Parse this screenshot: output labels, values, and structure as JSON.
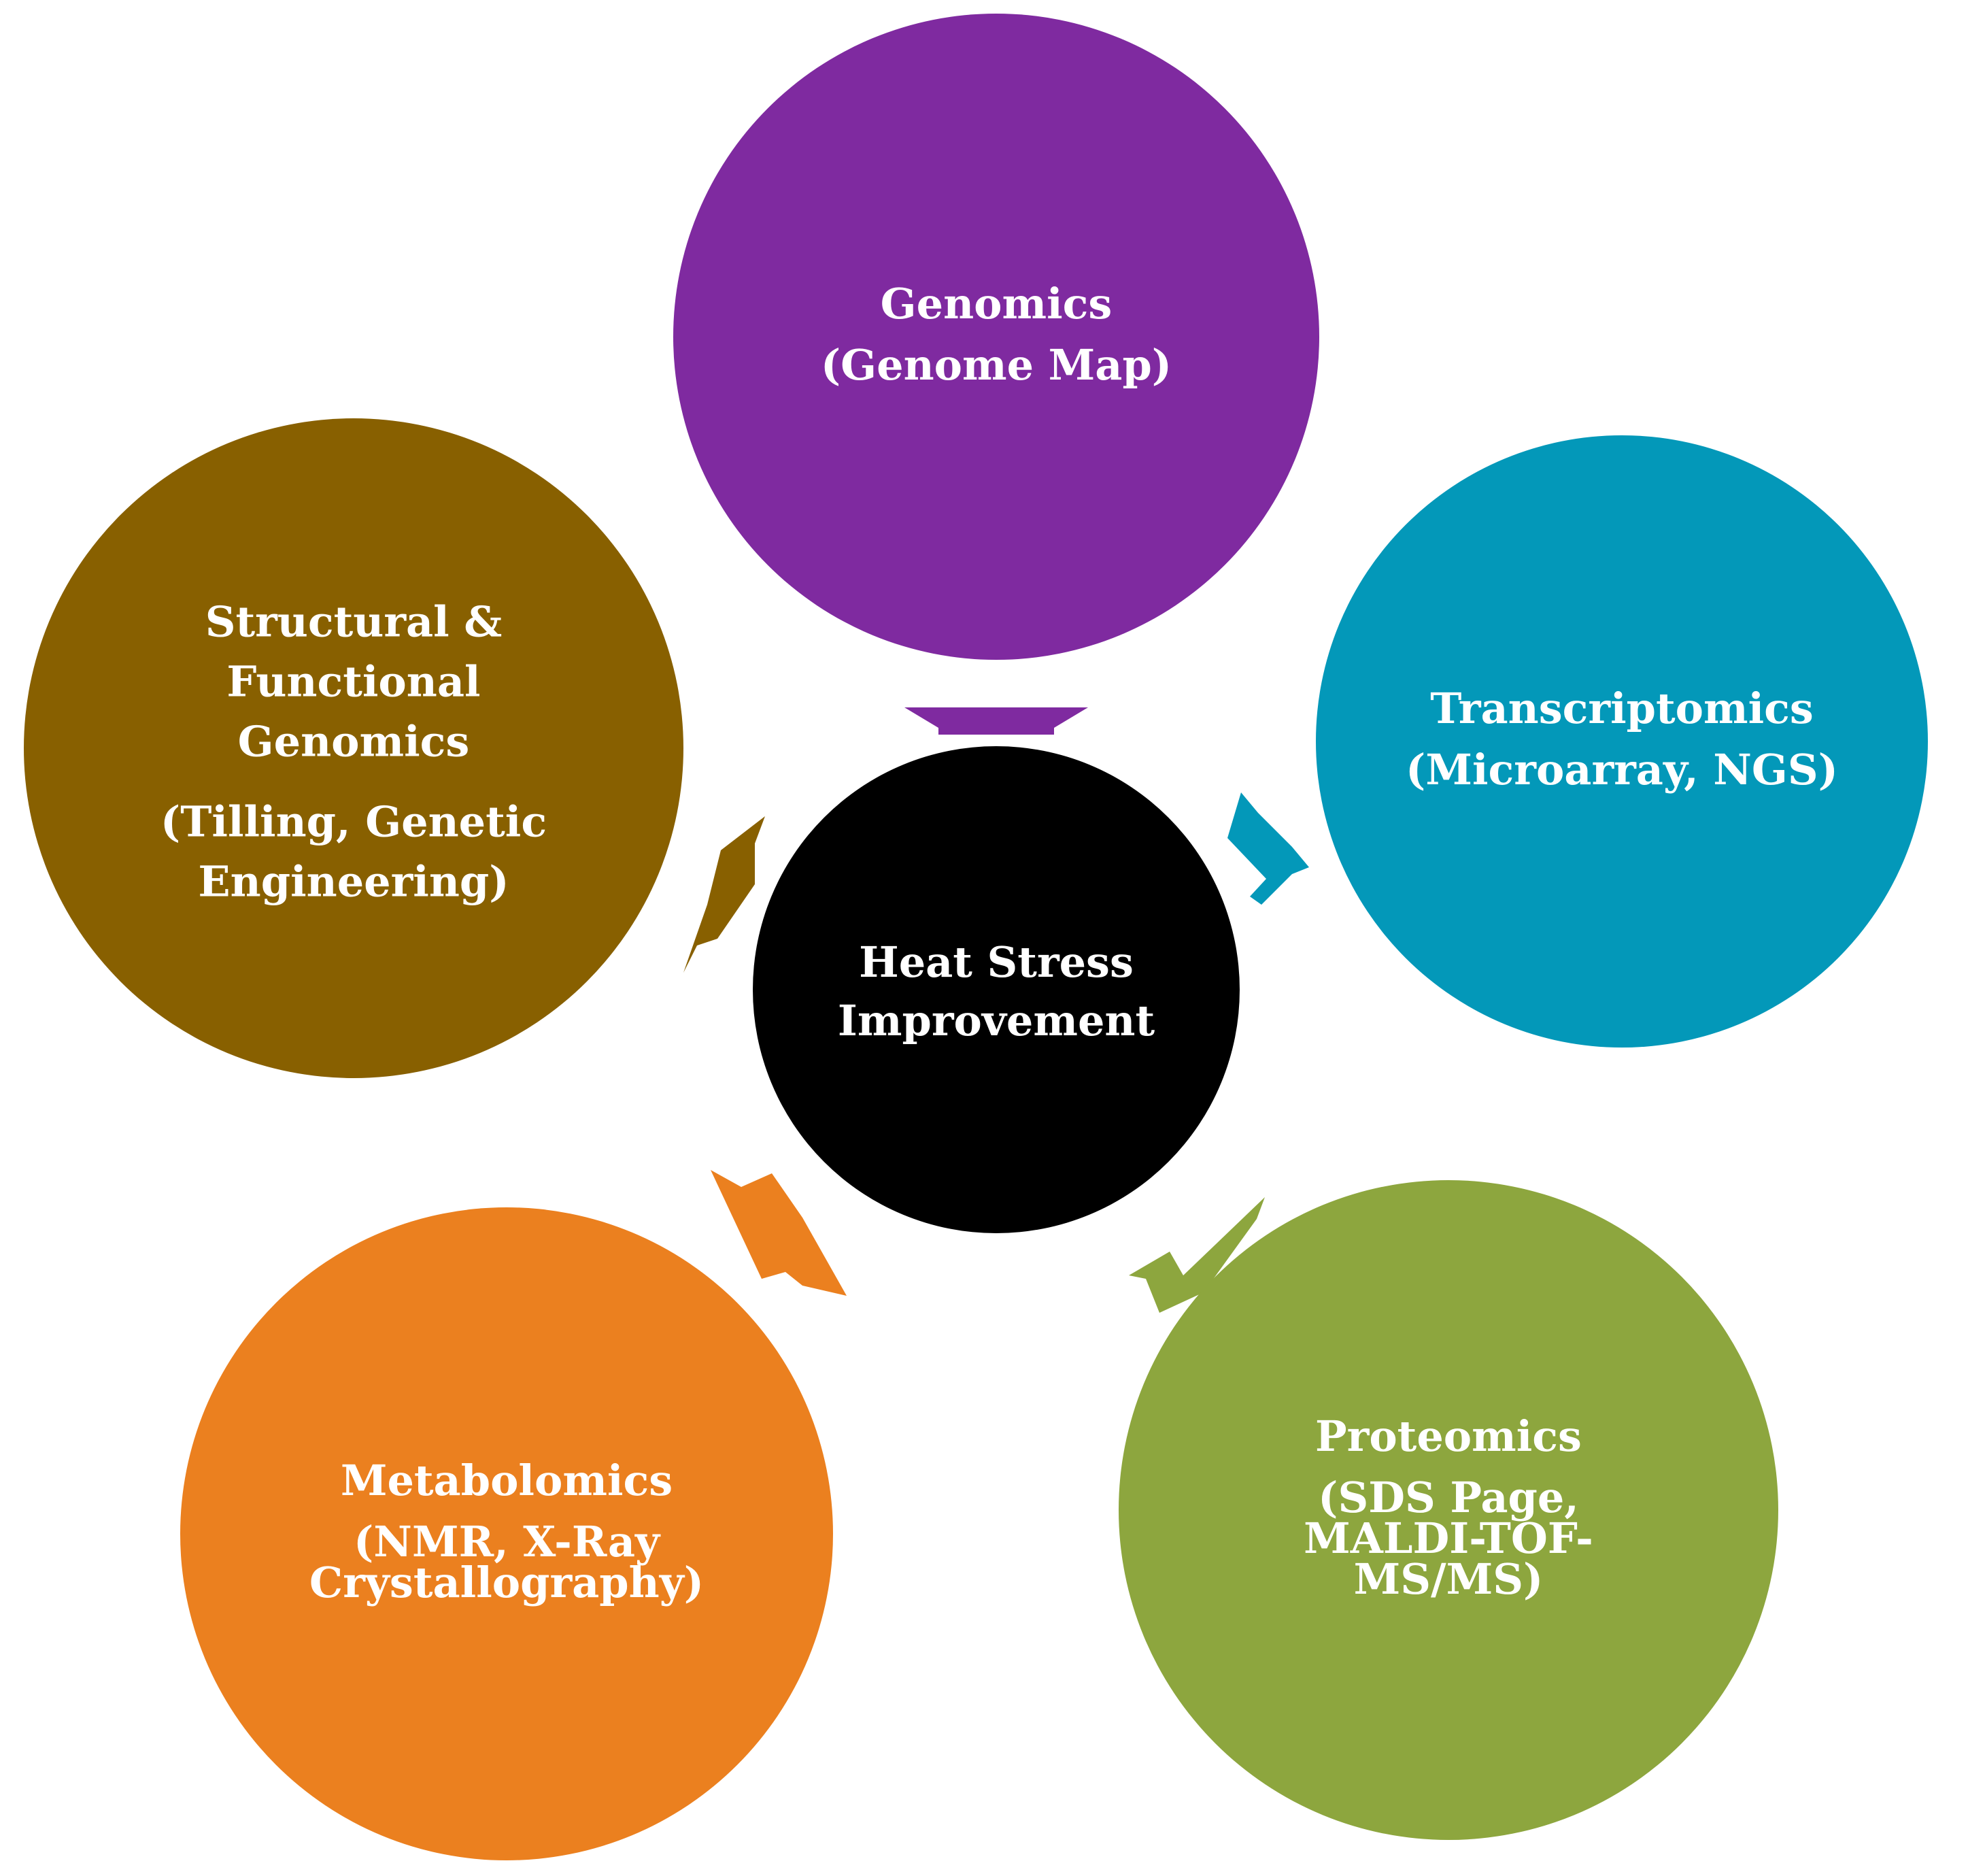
{
  "center": {
    "lines": [
      "Heat Stress",
      "Improvement"
    ],
    "color": "#000000"
  },
  "nodes": [
    {
      "id": "genomics",
      "title_lines": [
        "Genomics"
      ],
      "detail_lines": [
        "(Genome Map)"
      ],
      "color": "#7F2AA0",
      "arrow_color": "#7F2AA0"
    },
    {
      "id": "transcriptomics",
      "title_lines": [
        "Transcriptomics"
      ],
      "detail_lines": [
        "(Microarray, NGS)"
      ],
      "color": "#0398B9",
      "arrow_color": "#0398B9"
    },
    {
      "id": "proteomics",
      "title_lines": [
        "Proteomics"
      ],
      "detail_lines": [
        "(SDS Page,",
        "MALDI-TOF-",
        "MS/MS)"
      ],
      "color": "#8DA63E",
      "arrow_color": "#8DA63E"
    },
    {
      "id": "metabolomics",
      "title_lines": [
        "Metabolomics"
      ],
      "detail_lines": [
        "(NMR, X-Ray",
        "Crystallography)"
      ],
      "color": "#EB801F",
      "arrow_color": "#EB801F"
    },
    {
      "id": "structural-functional-genomics",
      "title_lines": [
        "Structural &",
        "Functional",
        "Genomics"
      ],
      "detail_lines": [
        "(Tilling, Genetic",
        "Engineering)"
      ],
      "color": "#886000",
      "arrow_color": "#886000"
    }
  ]
}
